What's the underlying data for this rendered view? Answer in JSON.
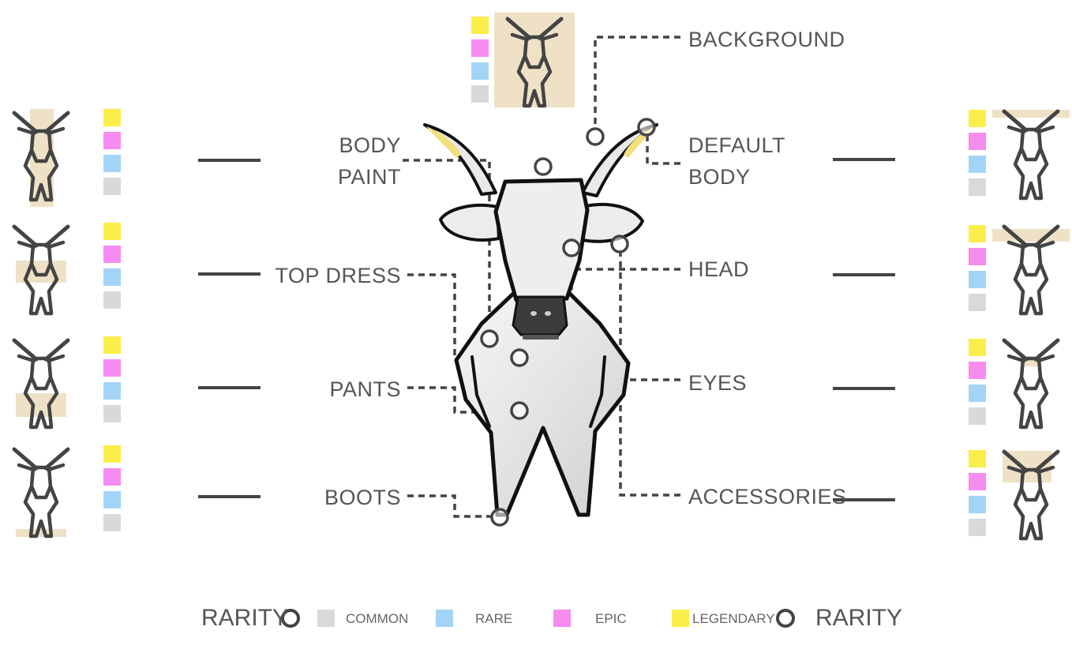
{
  "labels": {
    "background": "BACKGROUND",
    "body_paint": [
      "BODY",
      "PAINT"
    ],
    "default_body": [
      "DEFAULT",
      "BODY"
    ],
    "top_dress": "TOP DRESS",
    "head": "HEAD",
    "pants": "PANTS",
    "eyes": "EYES",
    "boots": "BOOTS",
    "accessories": "ACCESSORIES"
  },
  "legend": {
    "left_title": "RARITY",
    "right_title": "RARITY",
    "items": [
      {
        "name": "COMMON",
        "color": "#d9d9d9"
      },
      {
        "name": "RARE",
        "color": "#a3d4f7"
      },
      {
        "name": "EPIC",
        "color": "#f58cf0"
      },
      {
        "name": "LEGENDARY",
        "color": "#fbee4a"
      }
    ]
  },
  "colors": {
    "line": "#444444",
    "highlight": "#efe1c6",
    "legendary": "#fbee4a",
    "epic": "#f58cf0",
    "rare": "#a3d4f7",
    "common": "#d9d9d9",
    "horn_tip": "#f2e07a",
    "nose": "#3b3b3b"
  },
  "icons": {
    "goat": "goat-outline-icon",
    "rarity_ring": "rarity-ring-icon"
  }
}
